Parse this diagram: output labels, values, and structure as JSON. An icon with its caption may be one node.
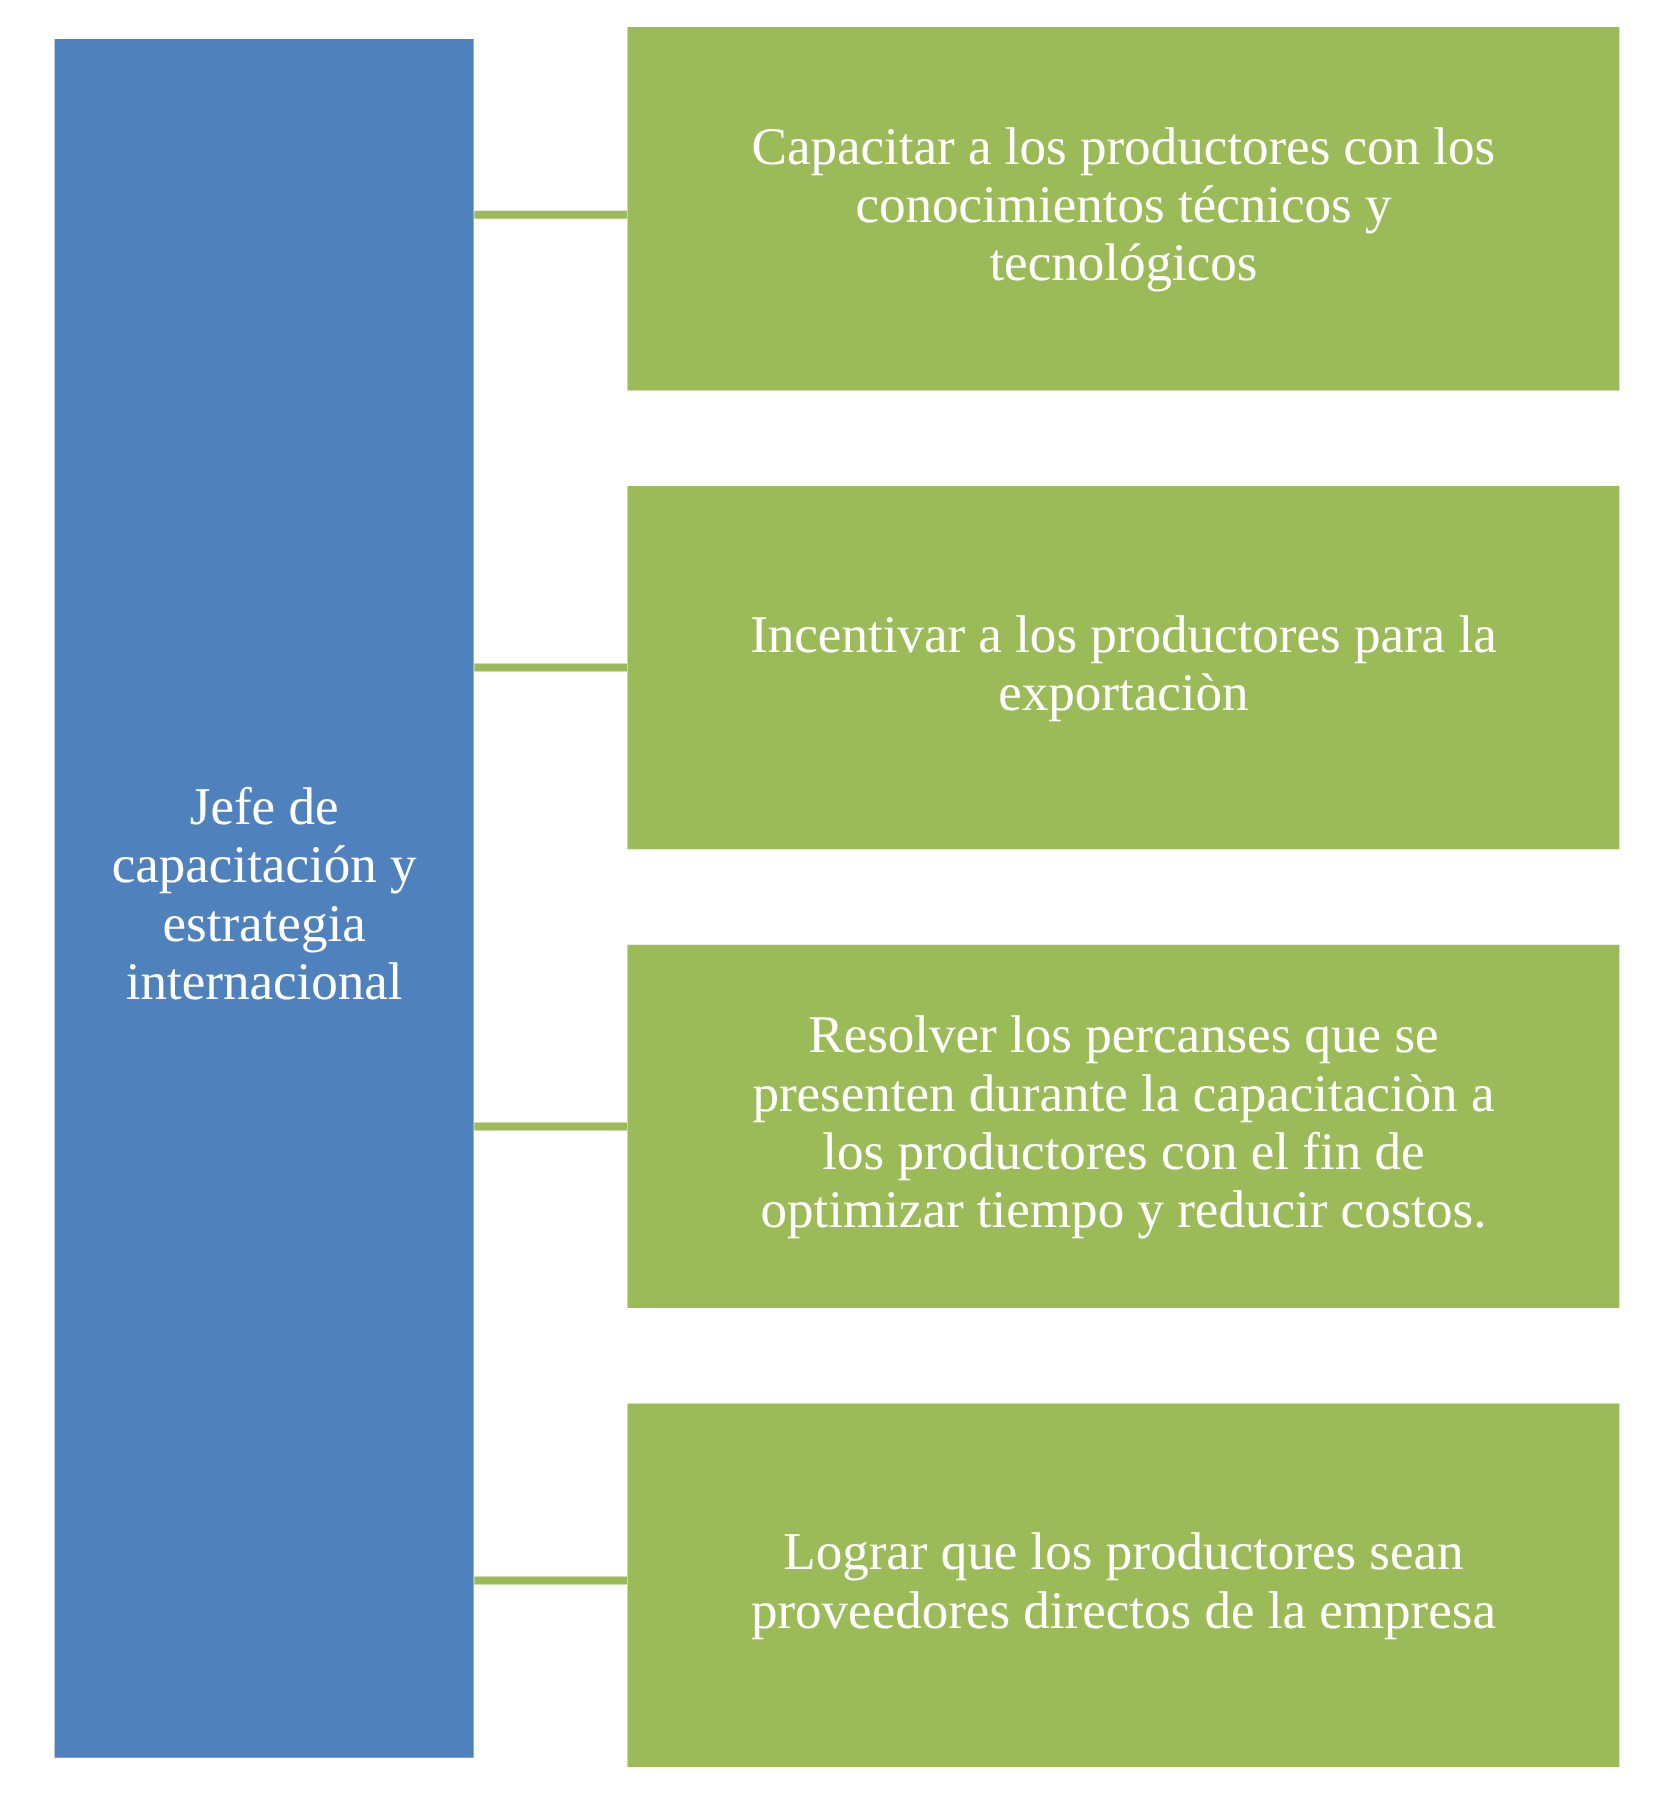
{
  "diagram": {
    "nodes": [
      {
        "text": [
          "Jefe de capacitación y estrategia internacional"
        ]
      },
      {
        "text": [
          "Capacitar a los productores con los conocimientos técnicos y tecnológicos"
        ]
      },
      {
        "text": [
          "Incentivar a los productores para la exportaciòn"
        ]
      },
      {
        "text": [
          "Resolver los percanses que se presenten durante la capacitaciòn a los productores con el fin de optimizar tiempo y reducir costos."
        ]
      },
      {
        "text": [
          "Lograr que los productores sean proveedores directos de la empresa"
        ]
      }
    ],
    "edges": [
      {
        "from": 0,
        "to": 1,
        "arrow": "none"
      },
      {
        "from": 0,
        "to": 2,
        "arrow": "none"
      },
      {
        "from": 0,
        "to": 3,
        "arrow": "none"
      },
      {
        "from": 0,
        "to": 4,
        "arrow": "none"
      }
    ]
  }
}
